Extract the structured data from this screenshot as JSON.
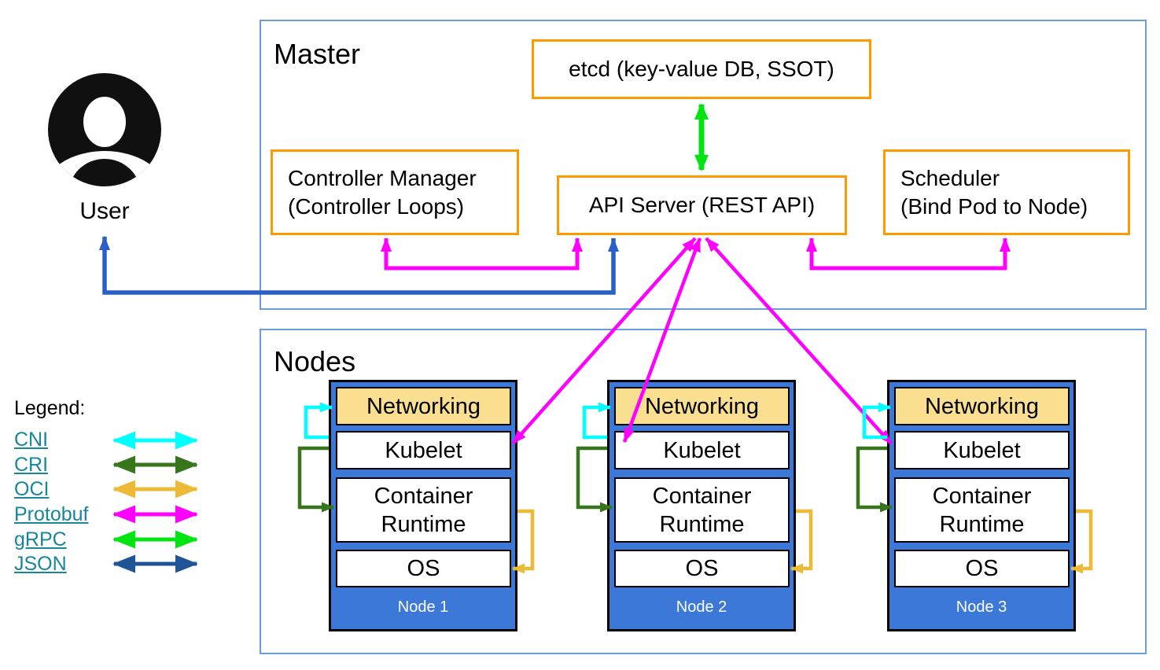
{
  "master": {
    "title": "Master",
    "etcd_label": "etcd (key-value DB, SSOT)",
    "api_server_label": "API Server (REST API)",
    "controller_manager_line1": "Controller Manager",
    "controller_manager_line2": "(Controller Loops)",
    "scheduler_line1": "Scheduler",
    "scheduler_line2": "(Bind Pod to Node)"
  },
  "user": {
    "label": "User"
  },
  "nodes": {
    "title": "Nodes",
    "items": [
      {
        "caption": "Node 1",
        "layers": [
          "Networking",
          "Kubelet",
          "Container Runtime",
          "OS"
        ]
      },
      {
        "caption": "Node 2",
        "layers": [
          "Networking",
          "Kubelet",
          "Container Runtime",
          "OS"
        ]
      },
      {
        "caption": "Node 3",
        "layers": [
          "Networking",
          "Kubelet",
          "Container Runtime",
          "OS"
        ]
      }
    ]
  },
  "legend": {
    "title": "Legend:",
    "items": [
      {
        "label": "CNI",
        "color": "#00ffff"
      },
      {
        "label": "CRI",
        "color": "#38761d"
      },
      {
        "label": "OCI",
        "color": "#ecba37"
      },
      {
        "label": "Protobuf",
        "color": "#ff00ff"
      },
      {
        "label": "gRPC",
        "color": "#00e411"
      },
      {
        "label": "JSON",
        "color": "#1f5496"
      }
    ]
  },
  "colors": {
    "frame_border": "#6b9dd8",
    "orange_box_border": "#ff9900",
    "node_fill": "#3b78d8",
    "networking_fill": "#fbdf91",
    "legend_link": "#17869c",
    "magenta": "#ff00ff",
    "cyan": "#00ffff",
    "bright_green": "#00e411",
    "dark_green": "#38761d",
    "gold": "#ecba37",
    "blue": "#2a5fc9",
    "navy": "#1f5496"
  }
}
